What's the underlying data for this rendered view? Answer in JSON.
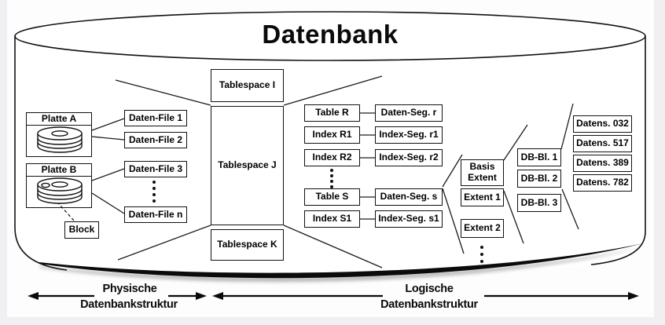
{
  "title": "Datenbank",
  "physical": {
    "disks": [
      {
        "label": "Platte A",
        "icon": "disk-stack-icon"
      },
      {
        "label": "Platte B",
        "icon": "disk-stack-icon"
      }
    ],
    "block_label": "Block",
    "data_files": [
      "Daten-File 1",
      "Daten-File 2",
      "Daten-File 3",
      "Daten-File n"
    ]
  },
  "tablespaces": [
    "Tablespace I",
    "Tablespace J",
    "Tablespace K"
  ],
  "tables": [
    "Table R",
    "Index R1",
    "Index R2",
    "Table S",
    "Index S1"
  ],
  "segments": [
    "Daten-Seg. r",
    "Index-Seg. r1",
    "Index-Seg. r2",
    "Daten-Seg. s",
    "Index-Seg. s1"
  ],
  "extents": [
    "Basis Extent",
    "Extent 1",
    "Extent 2"
  ],
  "db_blocks": [
    "DB-Bl. 1",
    "DB-Bl. 2",
    "DB-Bl. 3"
  ],
  "records": [
    "Datens. 032",
    "Datens. 517",
    "Datens. 389",
    "Datens. 782"
  ],
  "legend": {
    "physical": {
      "line1": "Physische",
      "line2": "Datenbankstruktur"
    },
    "logical": {
      "line1": "Logische",
      "line2": "Datenbankstruktur"
    }
  },
  "colors": {
    "stroke": "#111111",
    "surface": "#ffffff",
    "margin": "#f0f0f2"
  }
}
